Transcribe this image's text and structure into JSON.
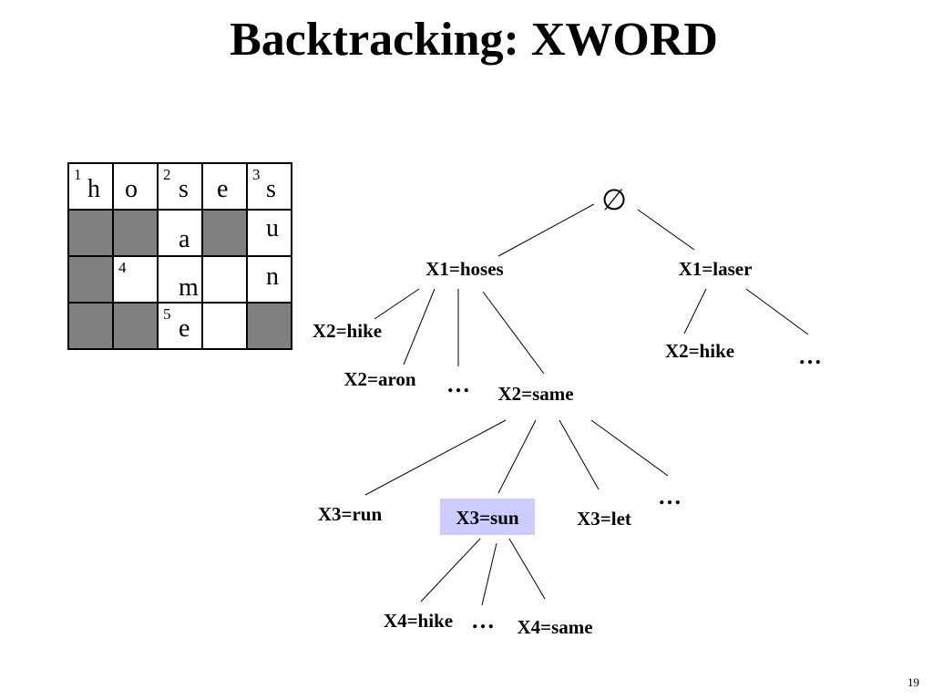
{
  "title": "Backtracking: XWORD",
  "page_number": "19",
  "colors": {
    "blocked_cell": "#808080",
    "highlight": "#ccccff"
  },
  "crossword": {
    "cells": [
      {
        "blocked": false,
        "num": "1",
        "letter": "h"
      },
      {
        "blocked": false,
        "num": "",
        "letter": "o"
      },
      {
        "blocked": false,
        "num": "2",
        "letter": "s"
      },
      {
        "blocked": false,
        "num": "",
        "letter": "e"
      },
      {
        "blocked": false,
        "num": "3",
        "letter": "s"
      },
      {
        "blocked": true,
        "num": "",
        "letter": ""
      },
      {
        "blocked": true,
        "num": "",
        "letter": ""
      },
      {
        "blocked": false,
        "num": "",
        "letter": "a"
      },
      {
        "blocked": true,
        "num": "",
        "letter": ""
      },
      {
        "blocked": false,
        "num": "",
        "letter": "u"
      },
      {
        "blocked": true,
        "num": "",
        "letter": ""
      },
      {
        "blocked": false,
        "num": "4",
        "letter": ""
      },
      {
        "blocked": false,
        "num": "",
        "letter": "m"
      },
      {
        "blocked": false,
        "num": "",
        "letter": ""
      },
      {
        "blocked": false,
        "num": "",
        "letter": "n"
      },
      {
        "blocked": true,
        "num": "",
        "letter": ""
      },
      {
        "blocked": true,
        "num": "",
        "letter": ""
      },
      {
        "blocked": false,
        "num": "5",
        "letter": "e"
      },
      {
        "blocked": false,
        "num": "",
        "letter": ""
      },
      {
        "blocked": true,
        "num": "",
        "letter": ""
      }
    ]
  },
  "tree": {
    "root": "∅",
    "ellipsis": "…",
    "x1_hoses": "X1=hoses",
    "x1_laser": "X1=laser",
    "x2_hike_a": "X2=hike",
    "x2_aron": "X2=aron",
    "x2_same": "X2=same",
    "x2_hike_b": "X2=hike",
    "x3_run": "X3=run",
    "x3_sun": "X3=sun",
    "x3_let": "X3=let",
    "x4_hike": "X4=hike",
    "x4_same": "X4=same"
  }
}
